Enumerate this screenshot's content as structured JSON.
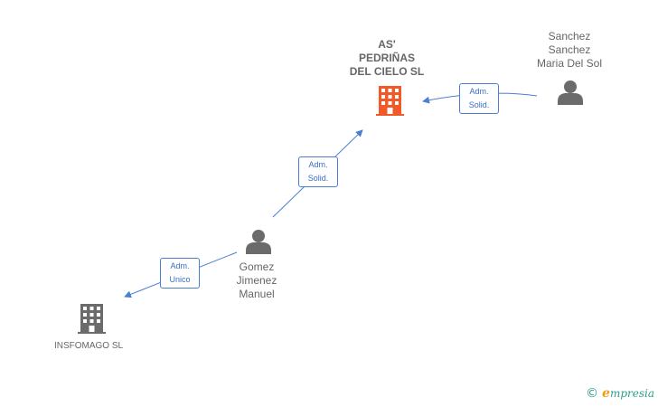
{
  "nodes": {
    "company_main": {
      "label_lines": [
        "AS'",
        "PEDRIÑAS",
        "DEL CIELO SL"
      ],
      "icon": "building-icon",
      "color": "#f05a28"
    },
    "person_sanchez": {
      "label_lines": [
        "Sanchez",
        "Sanchez",
        "Maria Del Sol"
      ],
      "icon": "person-icon",
      "color": "#6b6b6b"
    },
    "person_gomez": {
      "label_lines": [
        "Gomez",
        "Jimenez",
        "Manuel"
      ],
      "icon": "person-icon",
      "color": "#6b6b6b"
    },
    "company_insfomago": {
      "label_lines": [
        "INSFOMAGO SL"
      ],
      "icon": "building-icon",
      "color": "#6b6b6b"
    }
  },
  "edges": {
    "sanchez_to_main": {
      "label_lines": [
        "Adm.",
        "Solid."
      ]
    },
    "gomez_to_main": {
      "label_lines": [
        "Adm.",
        "Solid."
      ]
    },
    "gomez_to_insfomago": {
      "label_lines": [
        "Adm.",
        "Unico"
      ]
    }
  },
  "colors": {
    "edge": "#4a7fd4",
    "text": "#666666"
  },
  "watermark": {
    "copyright_symbol": "©",
    "brand_initial": "e",
    "brand_rest": "mpresia"
  }
}
